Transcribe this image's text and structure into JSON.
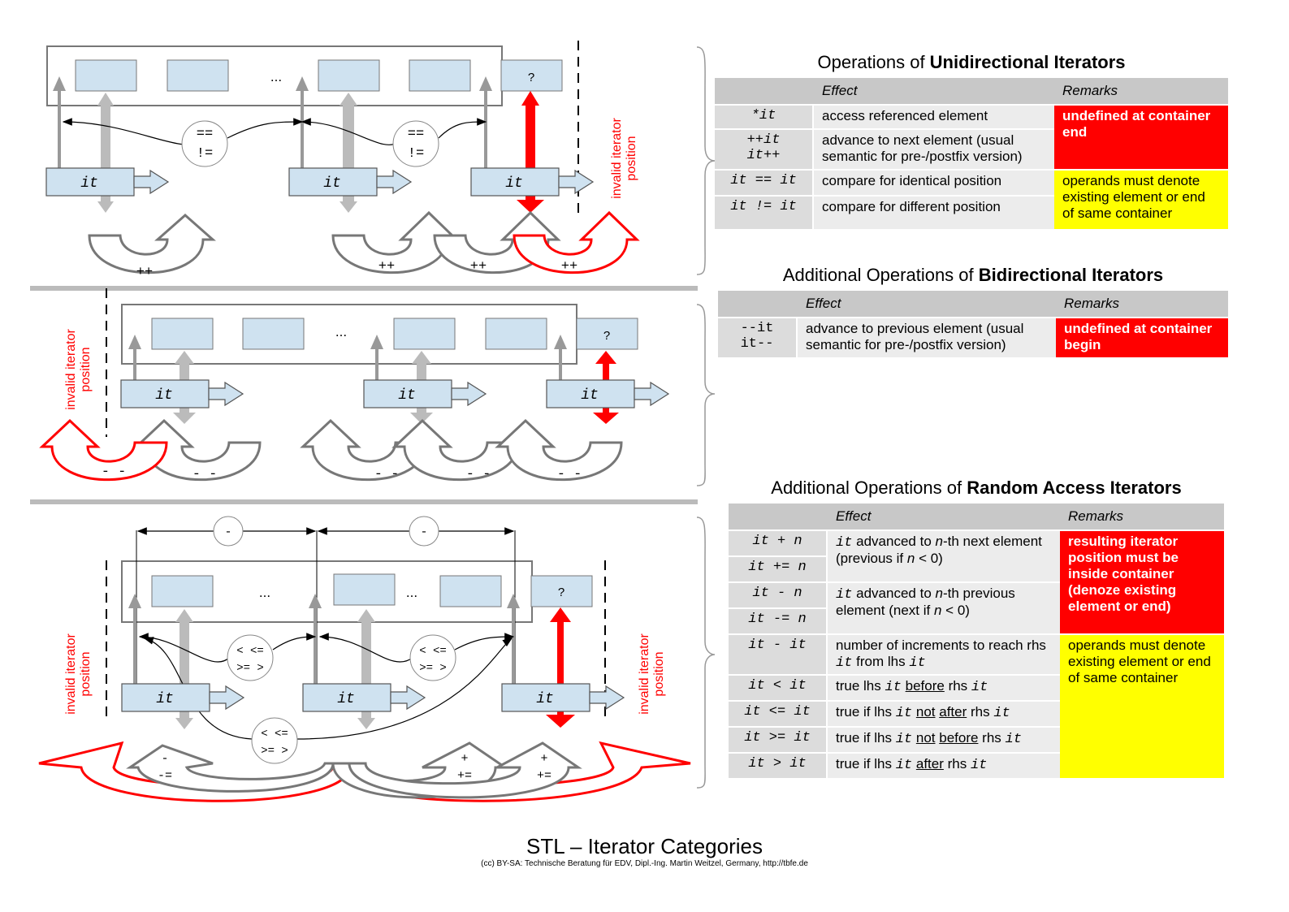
{
  "diagram": {
    "labels": {
      "it": "it",
      "question": "?",
      "dots": "...",
      "inc": "++",
      "dec": "- -",
      "eq": "==",
      "ne": "!=",
      "cmp_top": "<  <=",
      "cmp_bottom": ">=  >",
      "minus": "-",
      "minus_assign": "-=",
      "plus": "+",
      "plus_assign": "+=",
      "invalid_line1": "invalid iterator",
      "invalid_line2": "position"
    }
  },
  "uni": {
    "title_prefix": "Operations of ",
    "title_bold": "Unidirectional Iterators",
    "headers": [
      "",
      "Effect",
      "Remarks"
    ],
    "rows": [
      {
        "op": "*it",
        "effect": "access referenced element"
      },
      {
        "op": "++it\nit++",
        "effect": "advance to next element (usual semantic for pre-/postfix version)"
      },
      {
        "op": "it == it",
        "effect": "compare for identical position"
      },
      {
        "op": "it != it",
        "effect": "compare for different position"
      }
    ],
    "remark_red": "undefined at container end",
    "remark_yellow": "operands must denote existing element or end of same container"
  },
  "bi": {
    "title_prefix": "Additional Operations of ",
    "title_bold": "Bidirectional Iterators",
    "headers": [
      "",
      "Effect",
      "Remarks"
    ],
    "rows": [
      {
        "op": "--it\nit--",
        "effect": "advance to previous element (usual semantic for pre-/postfix version)"
      }
    ],
    "remark_red": "undefined at container begin"
  },
  "ra": {
    "title_prefix": "Additional Operations of ",
    "title_bold": "Random Access Iterators",
    "headers": [
      "",
      "Effect",
      "Remarks"
    ],
    "rows": [
      {
        "op": "it + n"
      },
      {
        "op": "it += n"
      },
      {
        "op": "it - n"
      },
      {
        "op": "it -= n"
      },
      {
        "op": "it - it"
      },
      {
        "op": "it < it"
      },
      {
        "op": "it <= it"
      },
      {
        "op": "it >= it"
      },
      {
        "op": "it > it"
      }
    ],
    "effects": {
      "adv_next_a": "advanced to",
      "adv_next_b": "-th next element (previous if",
      "adv_next_c": "< 0)",
      "adv_prev_a": "advanced to",
      "adv_prev_b": "-th previous element (next if",
      "adv_prev_c": "< 0)",
      "n": "n",
      "it": "it",
      "dist_a": "number of increments to reach rhs",
      "dist_b": "from lhs",
      "true_lhs": "true lhs",
      "true_if_lhs": "true if lhs",
      "rhs": "rhs",
      "before": "before",
      "after": "after",
      "not": "not"
    },
    "remark_red": "resulting iterator position must be inside container (denoze existing element or end)",
    "remark_yellow": "operands must denote existing element or end of same container"
  },
  "footer": {
    "title": "STL – Iterator Categories",
    "note": "(cc) BY-SA: Technische Beratung für EDV, Dipl.-Ing. Martin Weitzel, Germany, http://tbfe.de"
  }
}
